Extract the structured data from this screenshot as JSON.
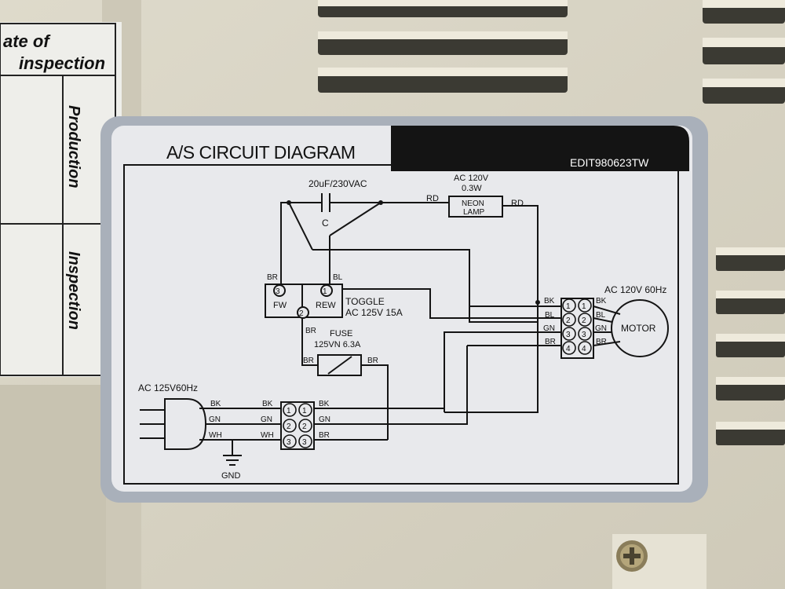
{
  "inspection_sticker": {
    "heading_line1": "ate of",
    "heading_line2": "inspection",
    "row1": "Production",
    "row2": "Inspection"
  },
  "label": {
    "title": "A/S CIRCUIT DIAGRAM",
    "code": "EDIT980623TW"
  },
  "circuit": {
    "capacitor_rating": "20uF/230VAC",
    "capacitor_letter": "C",
    "neon_lamp_rating_1": "AC 120V",
    "neon_lamp_rating_2": "0.3W",
    "neon_lamp_name_1": "NEON",
    "neon_lamp_name_2": "LAMP",
    "wire_rd": "RD",
    "wire_br": "BR",
    "wire_bl": "BL",
    "wire_bk": "BK",
    "wire_gn": "GN",
    "wire_wh": "WH",
    "toggle_name": "TOGGLE",
    "toggle_rating": "AC 125V 15A",
    "toggle_fw": "FW",
    "toggle_rew": "REW",
    "terminal_1": "1",
    "terminal_2": "2",
    "terminal_3": "3",
    "terminal_4": "4",
    "fuse_name": "FUSE",
    "fuse_rating": "125VN 6.3A",
    "motor_rating": "AC 120V 60Hz",
    "motor_name": "MOTOR",
    "supply_rating": "AC 125V60Hz",
    "ground": "GND"
  },
  "colors": {
    "plastic": "#d9d5c6",
    "label_face": "#eaeaec",
    "label_border": "#a9b0ba",
    "header_band": "#141414",
    "ink": "#141414"
  }
}
